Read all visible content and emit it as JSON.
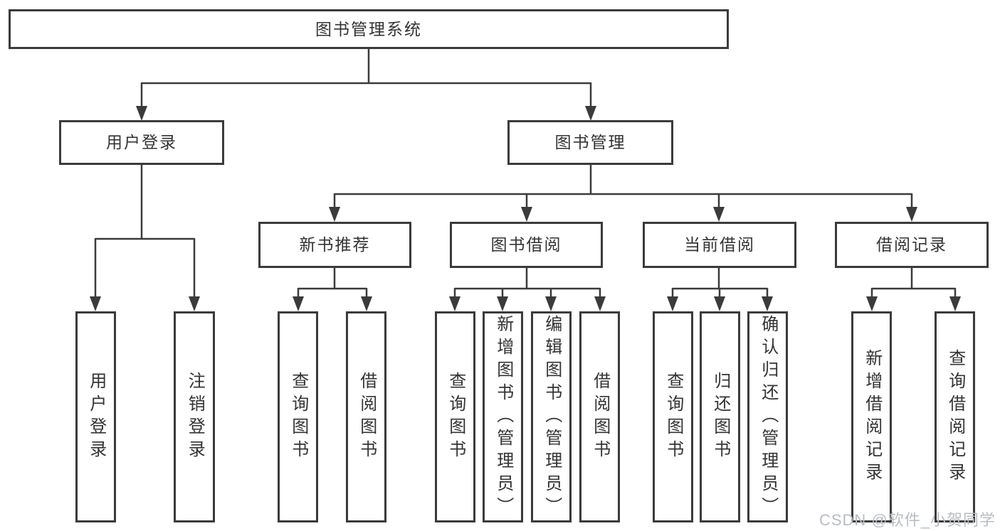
{
  "diagram": {
    "root_label": "图书管理系统",
    "level2": [
      {
        "label": "用户登录",
        "children": [
          "用户登录",
          "注销登录"
        ]
      },
      {
        "label": "图书管理"
      }
    ],
    "level3": [
      {
        "label": "新书推荐",
        "children": [
          "查询图书",
          "借阅图书"
        ]
      },
      {
        "label": "图书借阅",
        "children": [
          "查询图书",
          "新增图书（管理员）",
          "编辑图书（管理员）",
          "借阅图书"
        ]
      },
      {
        "label": "当前借阅",
        "children": [
          "查询图书",
          "归还图书",
          "确认归还（管理员）"
        ]
      },
      {
        "label": "借阅记录",
        "children": [
          "新增借阅记录",
          "查询借阅记录"
        ]
      }
    ]
  },
  "watermark": "CSDN @软件_小贺同学",
  "colors": {
    "line": "#3b3b3b",
    "text": "#333333",
    "background": "#ffffff",
    "watermark": "#b9bdc4"
  }
}
